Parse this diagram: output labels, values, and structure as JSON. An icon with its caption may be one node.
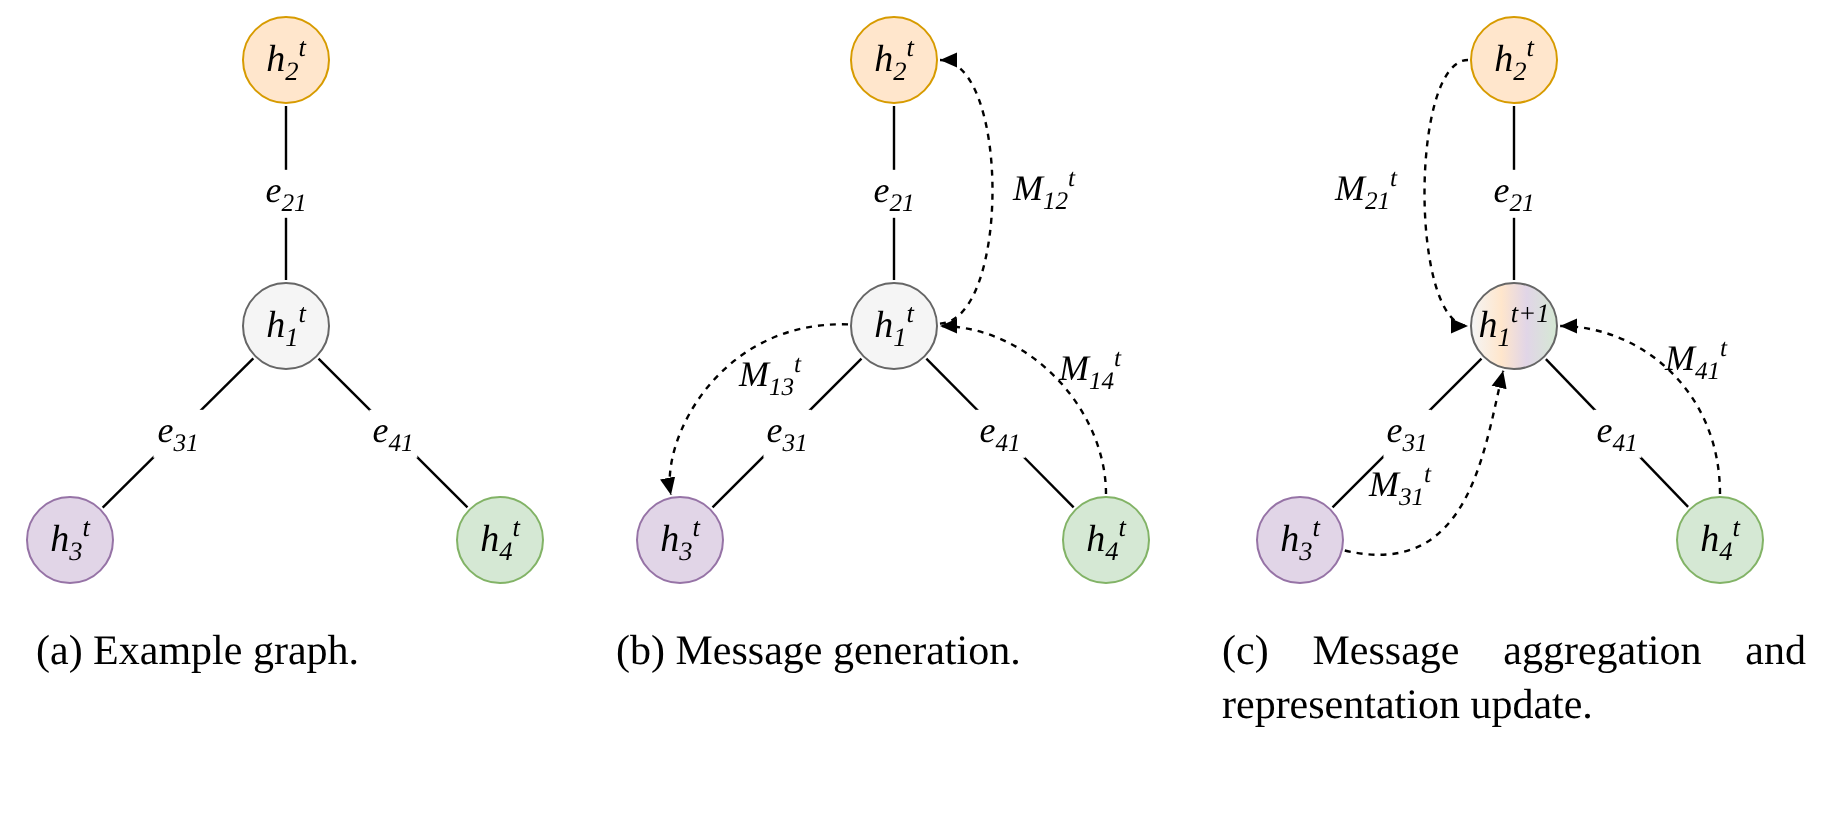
{
  "diagram": {
    "nodes": [
      {
        "text": [
          "h$_{2}$$^{t}$"
        ]
      },
      {
        "text": [
          "h$_{1}$$^{t}$"
        ]
      },
      {
        "text": [
          "h$_{3}$$^{t}$"
        ]
      },
      {
        "text": [
          "h$_{4}$$^{t}$"
        ]
      },
      {
        "text": [
          "h$_{2}$$^{t}$"
        ]
      },
      {
        "text": [
          "h$_{1}$$^{t}$"
        ]
      },
      {
        "text": [
          "h$_{3}$$^{t}$"
        ]
      },
      {
        "text": [
          "h$_{4}$$^{t}$"
        ]
      },
      {
        "text": [
          "h$_{2}$$^{t}$"
        ]
      },
      {
        "text": [
          "h$_{1}$$^{t+1}$"
        ]
      },
      {
        "text": [
          "h$_{3}$$^{t}$"
        ]
      },
      {
        "text": [
          "h$_{4}$$^{t}$"
        ]
      }
    ],
    "edges": [
      {
        "from": 0,
        "to": 1,
        "arrow": "none",
        "label": "e$_{21}$"
      },
      {
        "from": 1,
        "to": 2,
        "arrow": "none",
        "label": "e$_{31}$"
      },
      {
        "from": 1,
        "to": 3,
        "arrow": "none",
        "label": "e$_{41}$"
      },
      {
        "from": 4,
        "to": 5,
        "arrow": "none",
        "label": "e$_{21}$"
      },
      {
        "from": 5,
        "to": 6,
        "arrow": "none",
        "label": "e$_{31}$"
      },
      {
        "from": 5,
        "to": 7,
        "arrow": "none",
        "label": "e$_{41}$"
      },
      {
        "from": 5,
        "to": 4,
        "arrow": "to",
        "style": "dashed",
        "label": "M$_{12}$$^{t}$"
      },
      {
        "from": 5,
        "to": 6,
        "arrow": "to",
        "style": "dashed",
        "label": "M$_{13}$$^{t}$"
      },
      {
        "from": 7,
        "to": 5,
        "arrow": "to",
        "style": "dashed",
        "label": "M$_{14}$$^{t}$"
      },
      {
        "from": 8,
        "to": 9,
        "arrow": "none",
        "label": "e$_{21}$"
      },
      {
        "from": 9,
        "to": 10,
        "arrow": "none",
        "label": "e$_{31}$"
      },
      {
        "from": 9,
        "to": 11,
        "arrow": "none",
        "label": "e$_{41}$"
      },
      {
        "from": 8,
        "to": 9,
        "arrow": "to",
        "style": "dashed",
        "label": "M$_{21}$$^{t}$"
      },
      {
        "from": 10,
        "to": 9,
        "arrow": "to",
        "style": "dashed",
        "label": "M$_{31}$$^{t}$"
      },
      {
        "from": 11,
        "to": 9,
        "arrow": "to",
        "style": "dashed",
        "label": "M$_{41}$$^{t}$"
      }
    ],
    "labels": [
      "(a) Example graph.",
      "(b) Message generation.",
      "(c) Message aggregation and representation update."
    ]
  }
}
